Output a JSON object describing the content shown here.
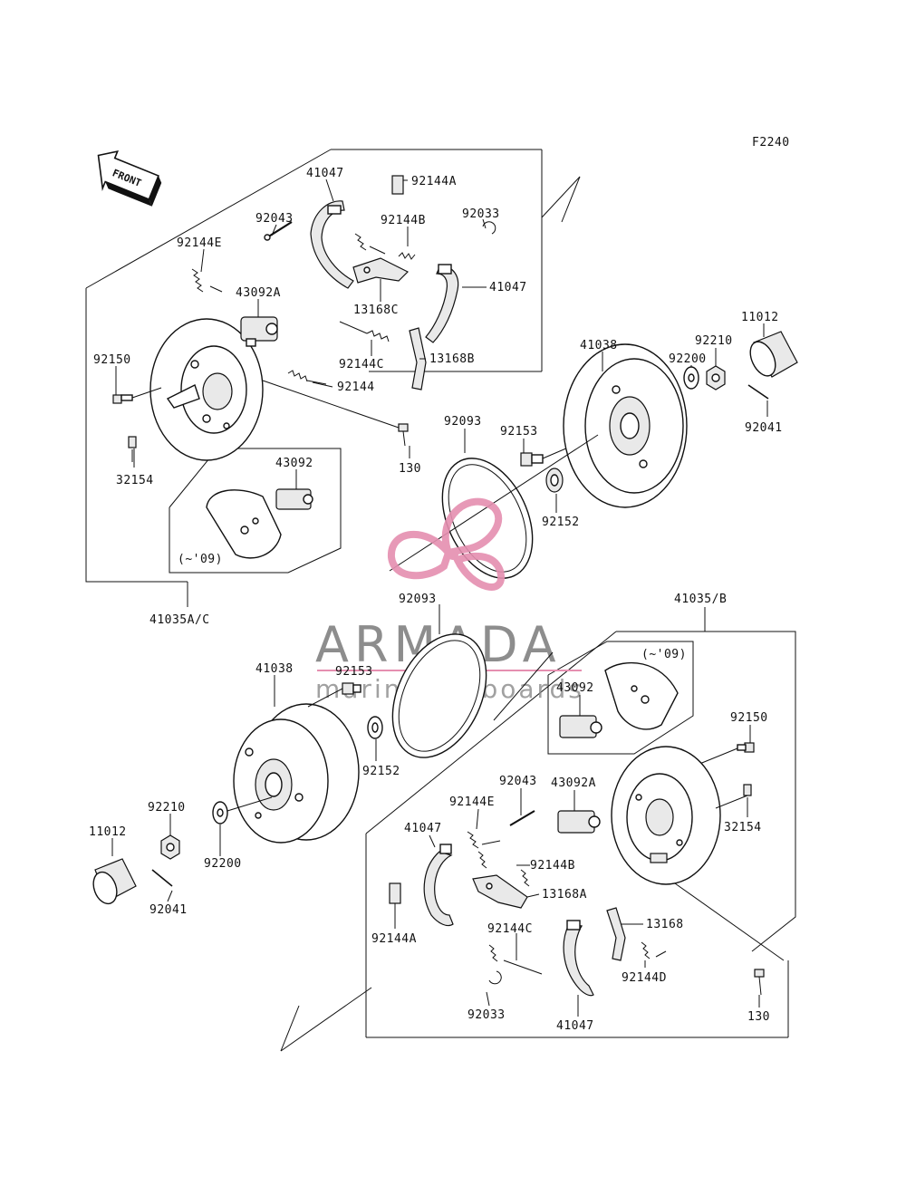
{
  "figure_code": "F2240",
  "front_label": "FRONT",
  "upper_group_label": "41035A/C",
  "lower_group_label": "41035/B",
  "variant_note_upper": "(~'09)",
  "variant_note_lower": "(~'09)",
  "watermark": {
    "brand": "ARMADA",
    "tagline": "marine outboards",
    "accent_color": "#e58fb0",
    "text_color": "#7a7a7a"
  },
  "callouts_upper": {
    "c41047a": "41047",
    "c92144a": "92144A",
    "c92043": "92043",
    "c92144b": "92144B",
    "c92033": "92033",
    "c92144e": "92144E",
    "c43092a": "43092A",
    "c13168c": "13168C",
    "c41047b": "41047",
    "c92150": "92150",
    "c92144c": "92144C",
    "c13168b": "13168B",
    "c92144": "92144",
    "c32154": "32154",
    "c43092": "43092",
    "c130": "130",
    "c92093": "92093",
    "c92153": "92153",
    "c92152": "92152",
    "c41038": "41038",
    "c92200": "92200",
    "c92210": "92210",
    "c11012": "11012",
    "c92041": "92041"
  },
  "callouts_lower": {
    "c92093": "92093",
    "c41038": "41038",
    "c92153": "92153",
    "c43092": "43092",
    "c92150": "92150",
    "c92152": "92152",
    "c92043": "92043",
    "c43092a": "43092A",
    "c92210": "92210",
    "c92144e": "92144E",
    "c41047a": "41047",
    "c32154": "32154",
    "c11012": "11012",
    "c92200": "92200",
    "c92144b": "92144B",
    "c13168a": "13168A",
    "c92041": "92041",
    "c92144a": "92144A",
    "c92144c": "92144C",
    "c13168": "13168",
    "c92144d": "92144D",
    "c92033": "92033",
    "c130": "130",
    "c41047b": "41047"
  }
}
